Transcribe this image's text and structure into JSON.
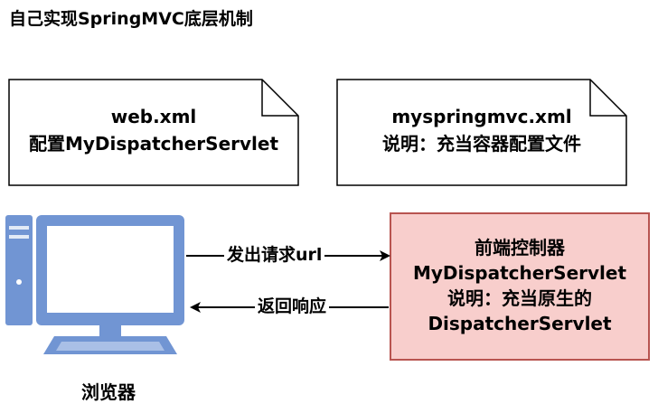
{
  "title": "自己实现SpringMVC底层机制",
  "doc_left": {
    "line1": "web.xml",
    "line2": "配置MyDispatcherServlet"
  },
  "doc_right": {
    "line1": "myspringmvc.xml",
    "line2": "说明：充当容器配置文件"
  },
  "controller": {
    "line1": "前端控制器",
    "line2": "MyDispatcherServlet",
    "line3": "说明：充当原生的",
    "line4": "DispatcherServlet"
  },
  "arrow_request": "发出请求url",
  "arrow_response": "返回响应",
  "browser_label": "浏览器",
  "colors": {
    "controller_fill": "#f8cecc",
    "controller_stroke": "#b85450",
    "monitor_body": "#7195d3",
    "monitor_screen": "#ffffff"
  },
  "icons": [
    "document-icon",
    "computer-icon"
  ]
}
